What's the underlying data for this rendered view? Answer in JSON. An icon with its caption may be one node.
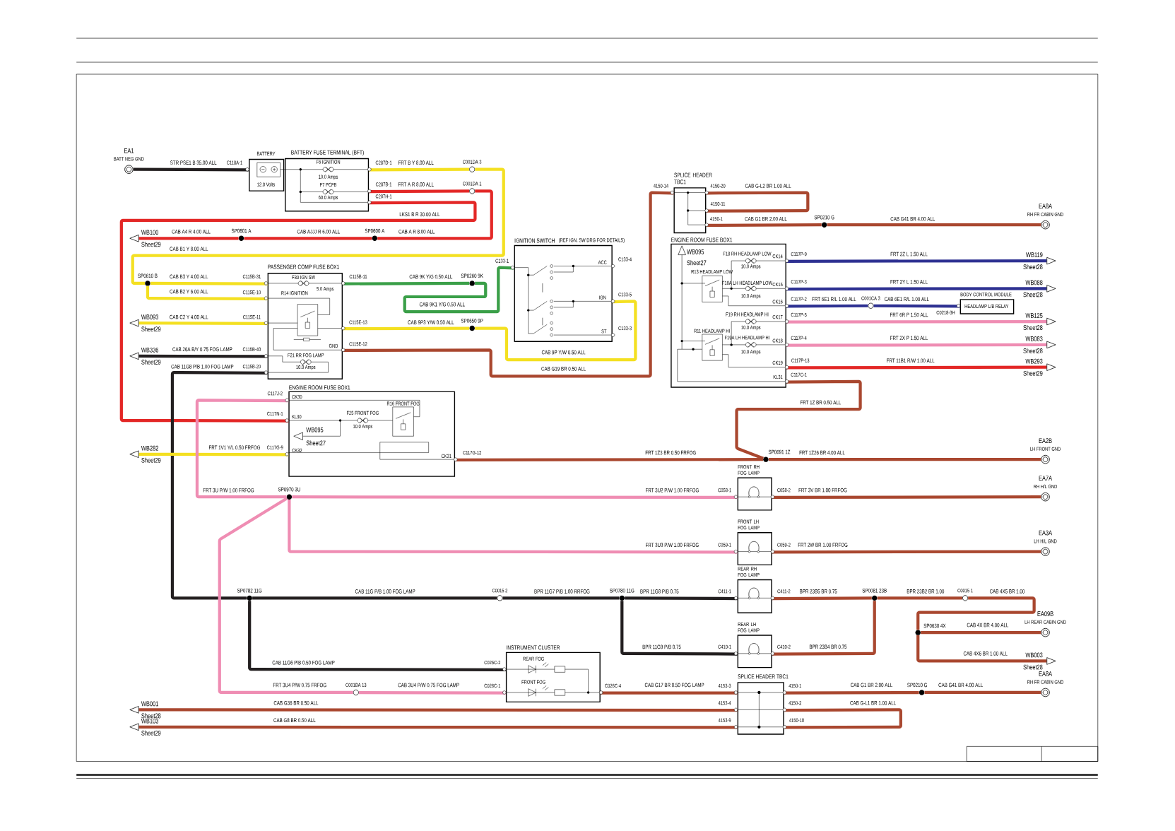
{
  "diagram": {
    "nodes": [
      {
        "text": [
          "EA1",
          "BATT NEG GND"
        ]
      },
      {
        "text": [
          "BATTERY",
          "12.0 Volts"
        ]
      },
      {
        "text": [
          "BATTERY FUSE TERMINAL (BFT)",
          "F6 IGNITION",
          "10.0 Amps",
          "F7 PCFB",
          "60.0 Amps"
        ]
      },
      {
        "text": [
          "C001DA 3"
        ]
      },
      {
        "text": [
          "C001DA 1"
        ]
      },
      {
        "text": [
          "WB100",
          "Sheet29"
        ]
      },
      {
        "text": [
          "SP0601 A"
        ]
      },
      {
        "text": [
          "SP0600 A"
        ]
      },
      {
        "text": [
          "SP0610 B"
        ]
      },
      {
        "text": [
          "WB093",
          "Sheet29"
        ]
      },
      {
        "text": [
          "WB336",
          "Sheet29"
        ]
      },
      {
        "text": [
          "PASSENGER COMP FUSE BOX1",
          "F30 IGN SW",
          "5.0 Amps",
          "R14 IGNITION",
          "F21 RR FOG LAMP",
          "10.0 Amps",
          "GND"
        ]
      },
      {
        "text": [
          "SP0260 9K"
        ]
      },
      {
        "text": [
          "SP0650 9P"
        ]
      },
      {
        "text": [
          "IGNITION SWITCH",
          "(REF IGN. SW DRG FOR DETAILS)",
          "ACC",
          "IGN",
          "ST"
        ]
      },
      {
        "text": [
          "SPLICE HEADER TBC1"
        ]
      },
      {
        "text": [
          "SP0210 G"
        ]
      },
      {
        "text": [
          "EA8A",
          "RH FR CABIN GND"
        ]
      },
      {
        "text": [
          "ENGINE ROOM FUSE BOX1",
          "WB095",
          "Sheet27",
          "F18 RH HEADLAMP LOW",
          "10.0 Amps",
          "R13 HEADLAMP LOW",
          "F18A LH HEADLAMP LOW",
          "10.0 Amps",
          "F19 RH HEADLAMP HI",
          "10.0 Amps",
          "R11 HEADLAMP HI",
          "F19A LH HEADLAMP HI",
          "10.0 Amps",
          "CK14",
          "CK15",
          "CK16",
          "CK17",
          "CK18",
          "CK19",
          "KL31"
        ]
      },
      {
        "text": [
          "WB119",
          "Sheet28"
        ]
      },
      {
        "text": [
          "WB088",
          "Sheet28"
        ]
      },
      {
        "text": [
          "C001CA 3"
        ]
      },
      {
        "text": [
          "BODY CONTROL MODULE",
          "HEADLAMP L/B RELAY"
        ]
      },
      {
        "text": [
          "WB125",
          "Sheet28"
        ]
      },
      {
        "text": [
          "WB083",
          "Sheet28"
        ]
      },
      {
        "text": [
          "WB293",
          "Sheet29"
        ]
      },
      {
        "text": [
          "ENGINE ROOM FUSE BOX1",
          "CK30",
          "KL30",
          "CK32",
          "CK31",
          "WB095",
          "Sheet27",
          "F25 FRONT FOG",
          "10.0 Amps",
          "R16 FRONT FOG"
        ]
      },
      {
        "text": [
          "WB282",
          "Sheet29"
        ]
      },
      {
        "text": [
          "SP0691 1Z"
        ]
      },
      {
        "text": [
          "EA2B",
          "LH FRONT GND"
        ]
      },
      {
        "text": [
          "SP0970 3U"
        ]
      },
      {
        "text": [
          "FRONT RH FOG LAMP"
        ]
      },
      {
        "text": [
          "EA7A",
          "RH H/L GND"
        ]
      },
      {
        "text": [
          "FRONT LH FOG LAMP"
        ]
      },
      {
        "text": [
          "EA3A",
          "LH H/L GND"
        ]
      },
      {
        "text": [
          "SP0782 11G"
        ]
      },
      {
        "text": [
          "C0015 2"
        ]
      },
      {
        "text": [
          "SP0780 11G"
        ]
      },
      {
        "text": [
          "REAR RH FOG LAMP"
        ]
      },
      {
        "text": [
          "SP0081 23B"
        ]
      },
      {
        "text": [
          "REAR LH FOG LAMP"
        ]
      },
      {
        "text": [
          "C0015 1"
        ]
      },
      {
        "text": [
          "SP0630 4X"
        ]
      },
      {
        "text": [
          "EA09B",
          "LH REAR CABIN GND"
        ]
      },
      {
        "text": [
          "WB003",
          "Sheet28"
        ]
      },
      {
        "text": [
          "C001BA 13"
        ]
      },
      {
        "text": [
          "INSTRUMENT CLUSTER",
          "REAR FOG",
          "FRONT FOG"
        ]
      },
      {
        "text": [
          "SPLICE HEADER TBC1"
        ]
      },
      {
        "text": [
          "SP0210 G"
        ]
      },
      {
        "text": [
          "EA8A",
          "RH FR CABIN GND"
        ]
      },
      {
        "text": [
          "WB001",
          "Sheet28"
        ]
      },
      {
        "text": [
          "WB103",
          "Sheet29"
        ]
      }
    ],
    "edges": [
      {
        "from": 0,
        "to": 1,
        "arrow": "none",
        "label": "STR PSE1 B 35.00 ALL",
        "color": "#231f20"
      },
      {
        "from": 2,
        "to": 3,
        "arrow": "none",
        "label": "FRT B Y 8.00 ALL",
        "color": "#f4e021"
      },
      {
        "from": 3,
        "to": 8,
        "arrow": "none",
        "label": "CAB B1 Y 8.00 ALL",
        "color": "#f4e021"
      },
      {
        "from": 2,
        "to": 4,
        "arrow": "none",
        "label": "FRT A R 8.00 ALL",
        "color": "#e32726"
      },
      {
        "from": 4,
        "to": 7,
        "arrow": "none",
        "label": "CAB A R 8.00 ALL",
        "color": "#e32726"
      },
      {
        "from": 7,
        "to": 6,
        "arrow": "none",
        "label": "CAB AJJJ R 6.00 ALL",
        "color": "#e32726"
      },
      {
        "from": 6,
        "to": 5,
        "arrow": "to",
        "label": "CAB A4 R 4.00 ALL",
        "color": "#e32726"
      },
      {
        "from": 2,
        "to": 26,
        "arrow": "none",
        "label": "LKS1 B R 30.00 ALL",
        "color": "#e32726"
      },
      {
        "from": 8,
        "to": 11,
        "arrow": "none",
        "label": "CAB B3 Y 4.00 ALL",
        "color": "#f4e021"
      },
      {
        "from": 8,
        "to": 11,
        "arrow": "none",
        "label": "CAB B2 Y 6.00 ALL",
        "color": "#f4e021"
      },
      {
        "from": 11,
        "to": 9,
        "arrow": "to",
        "label": "CAB C2 Y 4.00 ALL",
        "color": "#f4e021"
      },
      {
        "from": 11,
        "to": 10,
        "arrow": "to",
        "label": "CAB 26A B/Y 0.75 FOG LAMP",
        "color": "#231f20"
      },
      {
        "from": 11,
        "to": 35,
        "arrow": "none",
        "label": "CAB 11G8 P/B 1.00 FOG LAMP",
        "color": "#231f20"
      },
      {
        "from": 11,
        "to": 12,
        "arrow": "none",
        "label": "CAB 9K Y/G 0.50 ALL",
        "color": "#3a9f48"
      },
      {
        "from": 12,
        "to": 14,
        "arrow": "none",
        "label": "CAB 9K1 Y/G 0.50 ALL",
        "color": "#3a9f48"
      },
      {
        "from": 11,
        "to": 13,
        "arrow": "none",
        "label": "CAB 9P3 Y/W 0.50 ALL",
        "color": "#f4e021"
      },
      {
        "from": 13,
        "to": 14,
        "arrow": "none",
        "label": "CAB 9P Y/W 0.50 ALL",
        "color": "#f4e021"
      },
      {
        "from": 11,
        "to": 15,
        "arrow": "none",
        "label": "CAB G19 BR 0.50 ALL"
      },
      {
        "from": 15,
        "to": 15,
        "arrow": "none",
        "label": "CAB G-L2 BR 1.00 ALL"
      },
      {
        "from": 15,
        "to": 16,
        "arrow": "none",
        "label": "CAB G1 BR 2.00 ALL"
      },
      {
        "from": 16,
        "to": 17,
        "arrow": "none",
        "label": "CAB G41 BR 4.00 ALL"
      },
      {
        "from": 18,
        "to": 19,
        "arrow": "to",
        "label": "FRT 2Z L 1.50 ALL",
        "color": "#2e3192"
      },
      {
        "from": 18,
        "to": 20,
        "arrow": "to",
        "label": "FRT 2Y L 1.50 ALL",
        "color": "#2e3192"
      },
      {
        "from": 18,
        "to": 21,
        "arrow": "none",
        "label": "FRT 6E1 R/L 1.00 ALL",
        "color": "#2e3192"
      },
      {
        "from": 21,
        "to": 22,
        "arrow": "none",
        "label": "CAB 6E1 R/L 1.00 ALL",
        "color": "#2e3192"
      },
      {
        "from": 18,
        "to": 23,
        "arrow": "to",
        "label": "FRT 6R P 1.50 ALL",
        "color": "#ef8db3"
      },
      {
        "from": 18,
        "to": 24,
        "arrow": "to",
        "label": "FRT 2X P 1.50 ALL",
        "color": "#ef8db3"
      },
      {
        "from": 18,
        "to": 25,
        "arrow": "to",
        "label": "FRT 11B1 R/W 1.00 ALL",
        "color": "#e32726"
      },
      {
        "from": 18,
        "to": 28,
        "arrow": "none",
        "label": "FRT 1Z BR 0.50 ALL"
      },
      {
        "from": 26,
        "to": 28,
        "arrow": "none",
        "label": "FRT 1Z3 BR 0.50 FRFOG"
      },
      {
        "from": 28,
        "to": 29,
        "arrow": "none",
        "label": "FRT 1Z26 BR 4.00 ALL"
      },
      {
        "from": 26,
        "to": 27,
        "arrow": "to",
        "label": "FRT 1V1 Y/L 0.50 FRFOG",
        "color": "#f4e021"
      },
      {
        "from": 26,
        "to": 30,
        "arrow": "none",
        "label": "FRT 3U P/W 1.00 FRFOG",
        "color": "#ef8db3"
      },
      {
        "from": 30,
        "to": 31,
        "arrow": "none",
        "label": "FRT 3U2 P/W 1.00 FRFOG",
        "color": "#ef8db3"
      },
      {
        "from": 30,
        "to": 33,
        "arrow": "none",
        "label": "FRT 3U3 P/W 1.00 FRFOG",
        "color": "#ef8db3"
      },
      {
        "from": 30,
        "to": 45,
        "arrow": "none",
        "label": "FRT 3U4 P/W 0.75 FRFOG",
        "color": "#ef8db3"
      },
      {
        "from": 45,
        "to": 46,
        "arrow": "none",
        "label": "CAB 3U4 P/W 0.75 FOG LAMP",
        "color": "#ef8db3"
      },
      {
        "from": 31,
        "to": 32,
        "arrow": "none",
        "label": "FRT 3V BR 1.00 FRFOG"
      },
      {
        "from": 33,
        "to": 34,
        "arrow": "none",
        "label": "FRT 2W BR 1.00 FRFOG"
      },
      {
        "from": 35,
        "to": 36,
        "arrow": "none",
        "label": "CAB 11G P/B 1.00 FOG LAMP",
        "color": "#231f20"
      },
      {
        "from": 35,
        "to": 46,
        "arrow": "none",
        "label": "CAB 11G6 P/B 0.50 FOG LAMP",
        "color": "#231f20"
      },
      {
        "from": 36,
        "to": 37,
        "arrow": "none",
        "label": "BPR 11G7 P/B 1.00 RRFOG",
        "color": "#231f20"
      },
      {
        "from": 37,
        "to": 38,
        "arrow": "none",
        "label": "BPR 11G8 P/B 0.75",
        "color": "#231f20"
      },
      {
        "from": 37,
        "to": 40,
        "arrow": "none",
        "label": "BPR 11G9 P/B 0.75",
        "color": "#231f20"
      },
      {
        "from": 38,
        "to": 39,
        "arrow": "none",
        "label": "BPR 23B5 BR 0.75"
      },
      {
        "from": 40,
        "to": 39,
        "arrow": "none",
        "label": "BPR 23B4 BR 0.75"
      },
      {
        "from": 39,
        "to": 41,
        "arrow": "none",
        "label": "BPR 23B2 BR 1.00"
      },
      {
        "from": 41,
        "to": 42,
        "arrow": "none",
        "label": "CAB 4X5 BR 1.00"
      },
      {
        "from": 42,
        "to": 43,
        "arrow": "none",
        "label": "CAB 4X BR 4.00 ALL"
      },
      {
        "from": 42,
        "to": 44,
        "arrow": "to",
        "label": "CAB 4X6 BR 1.00 ALL"
      },
      {
        "from": 46,
        "to": 47,
        "arrow": "none",
        "label": "CAB G17 BR 0.50 FOG LAMP"
      },
      {
        "from": 47,
        "to": 50,
        "arrow": "to",
        "label": "CAB G36 BR 0.50 ALL"
      },
      {
        "from": 47,
        "to": 51,
        "arrow": "to",
        "label": "CAB G8 BR 0.50 ALL"
      },
      {
        "from": 47,
        "to": 48,
        "arrow": "none",
        "label": "CAB G1 BR 2.00 ALL"
      },
      {
        "from": 48,
        "to": 49,
        "arrow": "none",
        "label": "CAB G41 BR 4.00 ALL"
      },
      {
        "from": 47,
        "to": 47,
        "arrow": "none",
        "label": "CAB G-L1 BR 1.00 ALL"
      }
    ],
    "labels": [
      "C118A-1",
      "C287D-1",
      "C287B-1",
      "C287H-1",
      "C115B-31",
      "C115B-11",
      "C133-1",
      "C133-4",
      "C115E-10",
      "C133-5",
      "C115E-11",
      "C115E-13",
      "C133-3",
      "C115E-12",
      "C115B-40",
      "C115B-20",
      "4150-14",
      "4150-20",
      "4150-11",
      "4150-1",
      "C117P-9",
      "C117P-3",
      "C117P-2",
      "C0218-3H",
      "C117P-5",
      "C117P-4",
      "C117P-13",
      "C117C-1",
      "C117J-2",
      "C117N-1",
      "C117G-9",
      "C117G-12",
      "C058-1",
      "C058-2",
      "C059-1",
      "C059-2",
      "C411-1",
      "C411-2",
      "C410-1",
      "C410-2",
      "C026C-2",
      "C026C-1",
      "C026C-4",
      "4153-3",
      "4150-1",
      "4153-4",
      "4150-2",
      "4153-9",
      "4150-10"
    ]
  }
}
